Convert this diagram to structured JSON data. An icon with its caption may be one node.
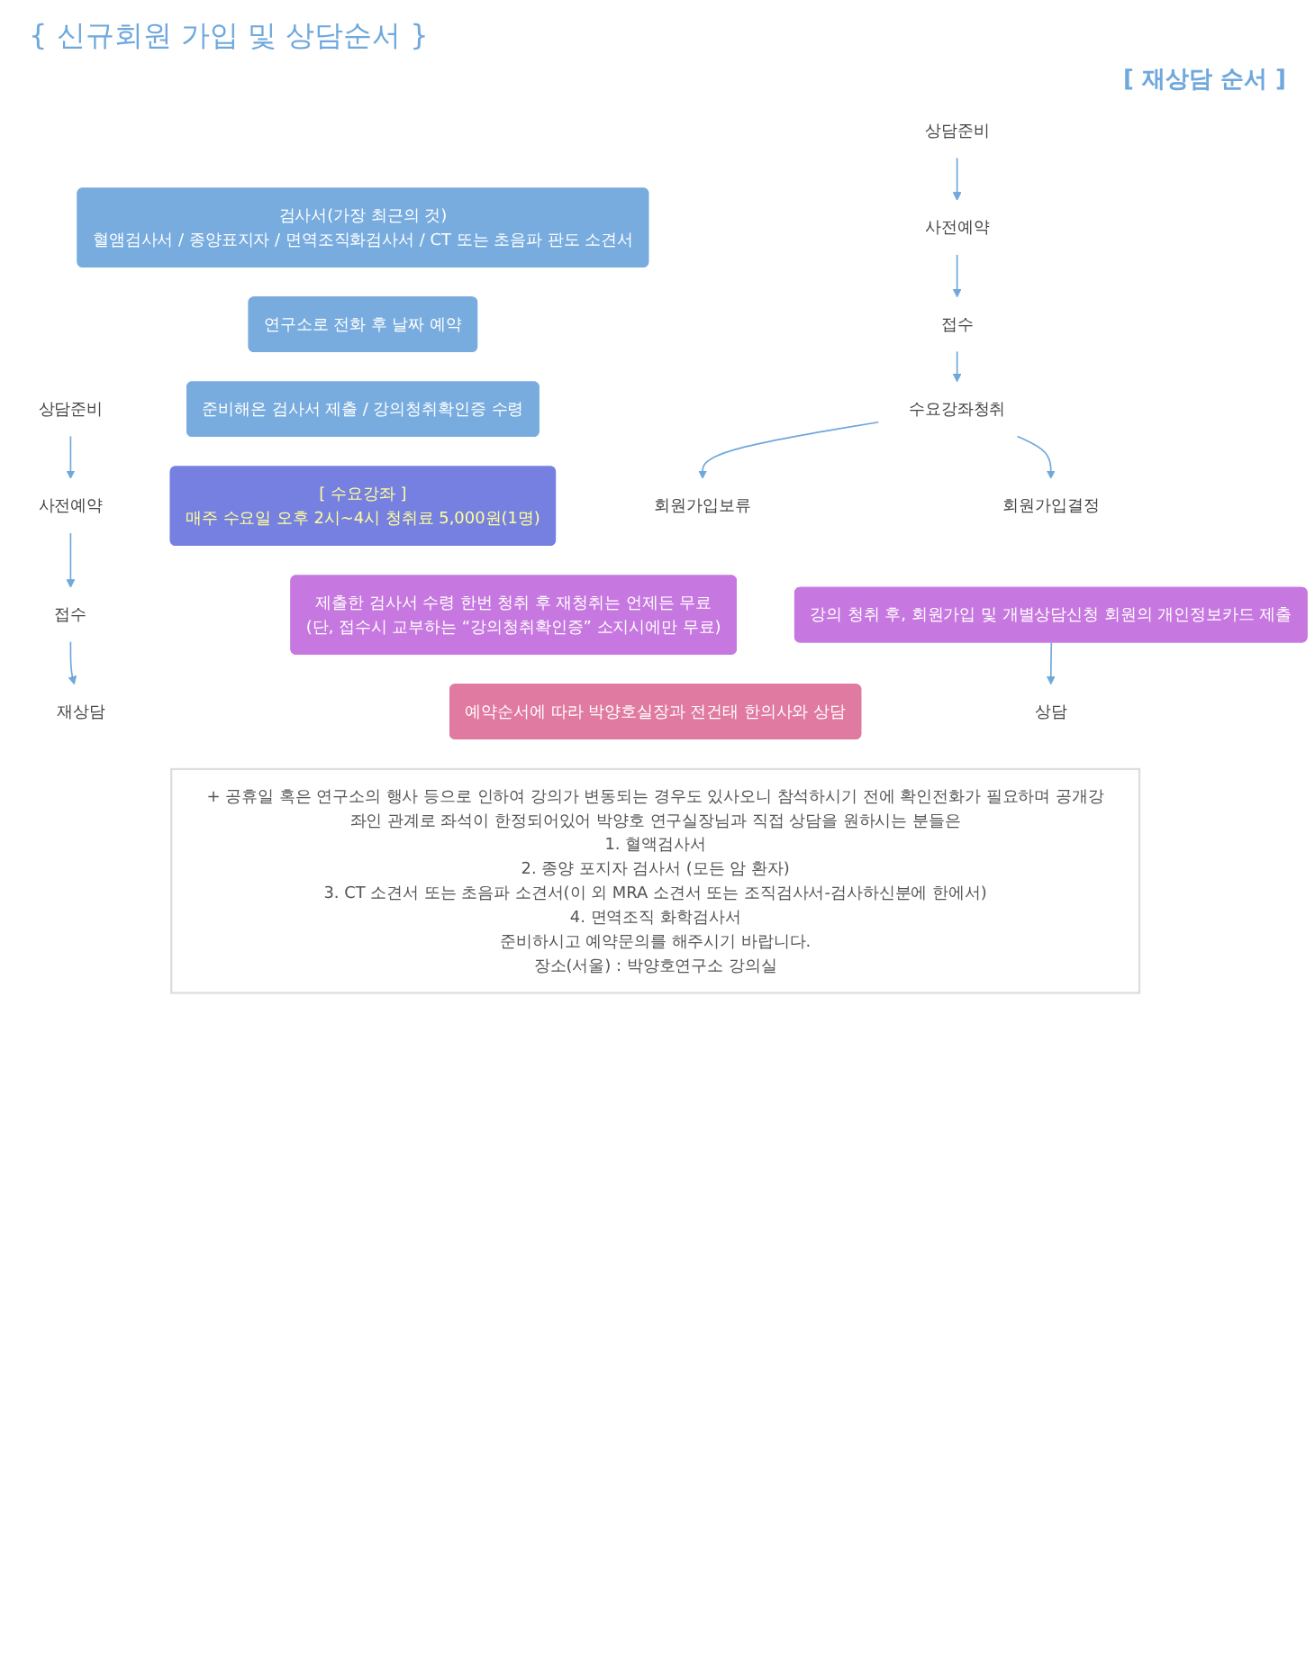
{
  "diagram": {
    "title": "{ 신규회원 가입 및 상담순서 }",
    "nodes": [
      {
        "text": [
          "상담준비"
        ]
      },
      {
        "text": [
          "검사서(가장 최근의 것)",
          "혈앰검사서 / 종양표지자 / 면역조직화검사서 / CT 또는 초음파 판도 소견서"
        ]
      },
      {
        "text": [
          "상담준비"
        ]
      },
      {
        "text": [
          "사전예약"
        ]
      },
      {
        "text": [
          "연구소로 전화 후 날짜 예약"
        ]
      },
      {
        "text": [
          "사전예약"
        ]
      },
      {
        "text": [
          "접수"
        ]
      },
      {
        "text": [
          "준비해온 검사서 제출 / 강의청취확인증 수령"
        ]
      },
      {
        "text": [
          "접수"
        ]
      },
      {
        "text": [
          "수요강좌청취"
        ]
      },
      {
        "text": [
          "[ 수요강좌 ]",
          "매주 수요일 오후 2시~4시 청취료 5,000원(1명)"
        ]
      },
      {
        "text": [
          "회원가입결정"
        ]
      },
      {
        "text": [
          "회원가입보류"
        ]
      },
      {
        "text": [
          "강의 청취 후, 회원가입 및 개별상담신청 회원의 개인정보카드 제출"
        ]
      },
      {
        "text": [
          "제출한 검사서 수령 한번 청취 후 재청취는 언제든 무료",
          "(단, 접수시 교부하는 “강의청취확인증” 소지시에만 무료)"
        ]
      },
      {
        "text": [
          "상담"
        ]
      },
      {
        "text": [
          "예약순서에 따라 박양호실장과 전건태 한의사와 상담"
        ]
      },
      {
        "text": [
          "재상담"
        ]
      },
      {
        "text": [
          "+ 공휴일 혹은 연구소의 행사 등으로 인하여 강의가 변동되는 경우도 있사오니 참석하시기 전에 확인전화가 필요하며 공개강좌인 관계로 좌석이 한정되어있어 박양호 연구실장님과 직접 상담을 원하시는 분들은",
          "1. 혈액검사서",
          "2. 종양 포지자 검사서 (모든 암 환자)",
          "3. CT 소견서 또는 초음파 소견서(이 외 MRA 소견서 또는 조직검사서-검사하신분에 한에서)",
          "4. 면역조직 화학검사서",
          "준비하시고 예약문의를 해주시기 바랍니다.",
          "장소(서울) : 박양호연구소 강의실"
        ]
      }
    ],
    "edges": [
      {
        "from": 0,
        "to": 3,
        "arrow": "to"
      },
      {
        "from": 3,
        "to": 6,
        "arrow": "to"
      },
      {
        "from": 6,
        "to": 9,
        "arrow": "to"
      },
      {
        "from": 9,
        "to": 11,
        "arrow": "to"
      },
      {
        "from": 9,
        "to": 12,
        "arrow": "to"
      },
      {
        "from": 13,
        "to": 15,
        "arrow": "to"
      },
      {
        "from": 2,
        "to": 5,
        "arrow": "to"
      },
      {
        "from": 5,
        "to": 8,
        "arrow": "to"
      },
      {
        "from": 8,
        "to": 17,
        "arrow": "to"
      }
    ],
    "labels": [
      "[ 재상담 순서 ]"
    ]
  }
}
